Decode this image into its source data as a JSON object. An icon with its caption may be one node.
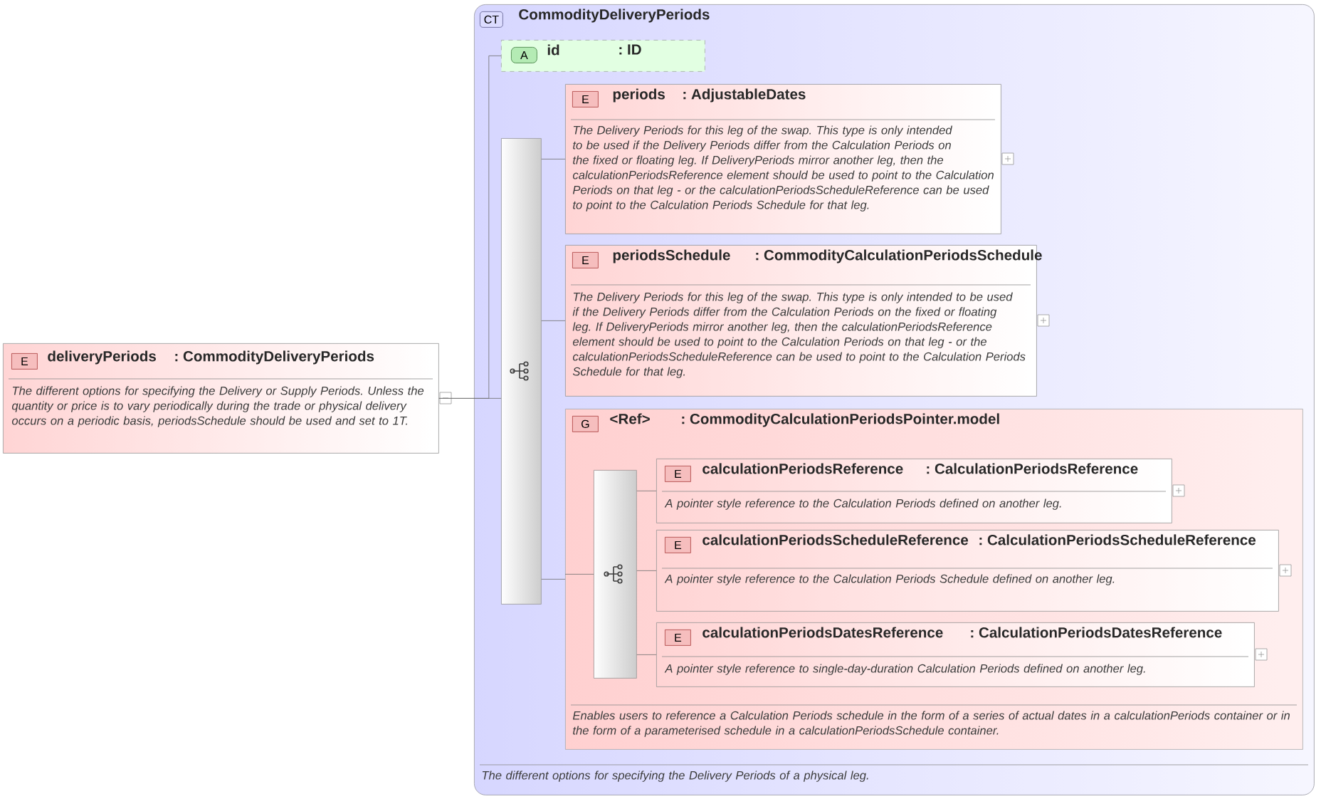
{
  "diagram": {
    "nodes": [
      {
        "text": [
          "E",
          "deliveryPeriods",
          ": CommodityDeliveryPeriods",
          "The different options for specifying the Delivery or Supply Periods. Unless the quantity or price is to vary periodically during the trade or physical delivery occurs on a periodic basis, periodsSchedule should be used and set to 1T."
        ]
      },
      {
        "text": [
          "CT",
          "CommodityDeliveryPeriods",
          "The different options for specifying the Delivery Periods of a physical leg."
        ]
      },
      {
        "text": [
          "A",
          "id",
          ": ID"
        ],
        "in": 1
      },
      {
        "text": [],
        "shape": "bar",
        "in": 1
      },
      {
        "text": [
          "E",
          "periods",
          ": AdjustableDates",
          "The Delivery Periods for this leg of the swap. This type is only intended to be used if the Delivery Periods differ from the Calculation Periods on the fixed or floating leg. If DeliveryPeriods mirror another leg, then the calculationPeriodsReference element should be used to point to the Calculation Periods on that leg - or the calculationPeriodsScheduleReference can be used to point to the Calculation Periods Schedule for that leg."
        ],
        "in": 1
      },
      {
        "text": [
          "E",
          "periodsSchedule",
          ": CommodityCalculationPeriodsSchedule",
          "The Delivery Periods for this leg of the swap. This type is only intended to be used if the Delivery Periods differ from the Calculation Periods on the fixed or floating leg. If DeliveryPeriods mirror another leg, then the calculationPeriodsReference element should be used to point to the Calculation Periods on that leg - or the calculationPeriodsScheduleReference can be used to point to the Calculation Periods Schedule for that leg."
        ],
        "in": 1
      },
      {
        "text": [
          "G",
          "<Ref>",
          ": CommodityCalculationPeriodsPointer.model",
          "Enables users to reference a Calculation Periods schedule in the form of a series of actual dates in a calculationPeriods container or in the form of a parameterised schedule in a calculationPeriodsSchedule container."
        ],
        "in": 1
      },
      {
        "text": [],
        "shape": "bar",
        "in": 6
      },
      {
        "text": [
          "E",
          "calculationPeriodsReference",
          ": CalculationPeriodsReference",
          "A pointer style reference to the Calculation Periods defined on another leg."
        ],
        "in": 6
      },
      {
        "text": [
          "E",
          "calculationPeriodsScheduleReference",
          ": CalculationPeriodsScheduleReference",
          "A pointer style reference to the Calculation Periods Schedule defined on another leg."
        ],
        "in": 6
      },
      {
        "text": [
          "E",
          "calculationPeriodsDatesReference",
          ": CalculationPeriodsDatesReference",
          "A pointer style reference to single-day-duration Calculation Periods defined on another leg."
        ],
        "in": 6
      }
    ],
    "edges": [
      {
        "from": 0,
        "to": 2,
        "arrow": "none"
      },
      {
        "from": 0,
        "to": 3,
        "arrow": "none"
      },
      {
        "from": 3,
        "to": 4,
        "arrow": "none"
      },
      {
        "from": 3,
        "to": 5,
        "arrow": "none"
      },
      {
        "from": 3,
        "to": 6,
        "arrow": "none"
      },
      {
        "from": 6,
        "to": 7,
        "arrow": "none"
      },
      {
        "from": 7,
        "to": 8,
        "arrow": "none"
      },
      {
        "from": 7,
        "to": 9,
        "arrow": "none"
      },
      {
        "from": 7,
        "to": 10,
        "arrow": "none"
      }
    ]
  }
}
